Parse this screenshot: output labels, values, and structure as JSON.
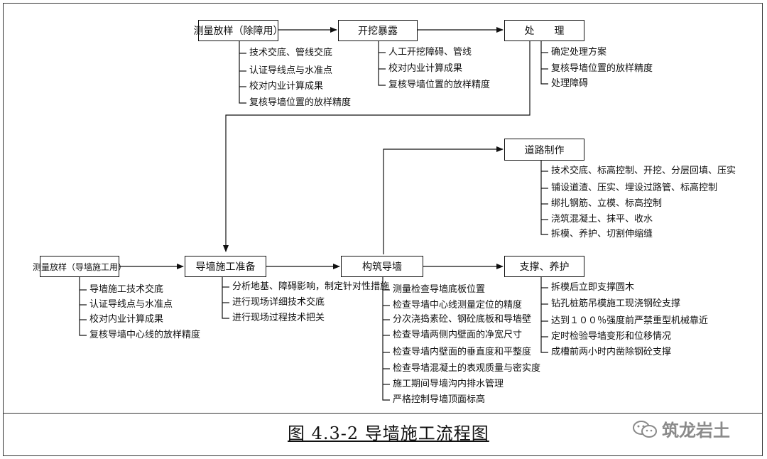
{
  "nodes": {
    "survey_remove": "测量放样（除障用）",
    "excavate": "开挖暴露",
    "handle": "处　　理",
    "road": "道路制作",
    "survey_wall": "测量放样（导墙施工用）",
    "prep": "导墙施工准备",
    "build": "构筑导墙",
    "support": "支撑、养护"
  },
  "lists": {
    "survey_remove": [
      "技术交底、管线交底",
      "认证导线点与水准点",
      "校对内业计算成果",
      "复核导墙位置的放样精度"
    ],
    "excavate": [
      "人工开挖障碍、管线",
      "校对内业计算成果",
      "复核导墙位置的放样精度"
    ],
    "handle": [
      "确定处理方案",
      "复核导墙位置的放样精度",
      "处理障碍"
    ],
    "road": [
      "技术交底、标高控制、开挖、分层回填、压实",
      "铺设道渣、压实、埋设过路管、标高控制",
      "绑扎钢筋、立模、标高控制",
      "浇筑混凝土、抹平、收水",
      "拆模、养护、切割伸缩缝"
    ],
    "survey_wall": [
      "导墙施工技术交底",
      "认证导线点与水准点",
      "校对内业计算成果",
      "复核导墙中心线的放样精度"
    ],
    "prep": [
      "分析地基、障碍影响，制定针对性措施",
      "进行现场详细技术交底",
      "进行现场过程技术把关"
    ],
    "build": [
      "测量检查导墙底板位置",
      "检查导墙中心线测量定位的精度",
      "分次浇捣素砼、钢砼底板和导墙壁",
      "检查导墙两侧内壁面的净宽尺寸",
      "检查导墙内壁面的垂直度和平整度",
      "检查导墙混凝土的表观质量与密实度",
      "施工期间导墙沟内排水管理",
      "严格控制导墙顶面标高"
    ],
    "support": [
      "拆模后立即支撑圆木",
      "钻孔桩筋吊模施工现浇钢砼支撑",
      "达到１００％强度前严禁重型机械靠近",
      "定时检验导墙变形和位移情况",
      "成槽前两小时内凿除钢砼支撑"
    ]
  },
  "caption": "图 4.3-2  导墙施工流程图",
  "watermark": "筑龙岩土",
  "colors": {
    "line": "#111111",
    "border": "#333333",
    "watermark": "#8a8a8a"
  }
}
